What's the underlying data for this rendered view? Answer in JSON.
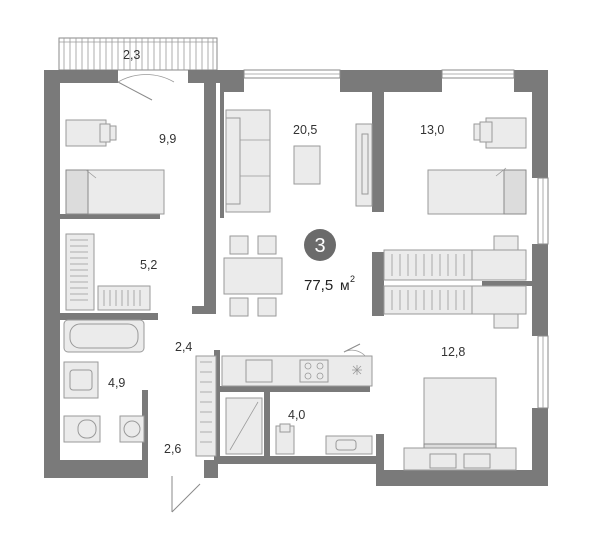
{
  "rooms": [
    {
      "id": "balcony",
      "area": "2,3"
    },
    {
      "id": "bedroom-left",
      "area": "9,9"
    },
    {
      "id": "living",
      "area": "20,5"
    },
    {
      "id": "bedroom-right",
      "area": "13,0"
    },
    {
      "id": "wardrobe",
      "area": "5,2"
    },
    {
      "id": "hall",
      "area": "2,4"
    },
    {
      "id": "bathroom-left",
      "area": "4,9"
    },
    {
      "id": "bathroom-middle",
      "area": "4,0"
    },
    {
      "id": "entrance",
      "area": "2,6"
    },
    {
      "id": "bedroom-bottom",
      "area": "12,8"
    }
  ],
  "summary": {
    "room_count": "3",
    "total_area": "77,5",
    "unit": "м",
    "unit_power": "2"
  },
  "colors": {
    "wall": "#7a7a7a",
    "badge": "#6b6b6b",
    "furniture": "#ebebeb"
  }
}
